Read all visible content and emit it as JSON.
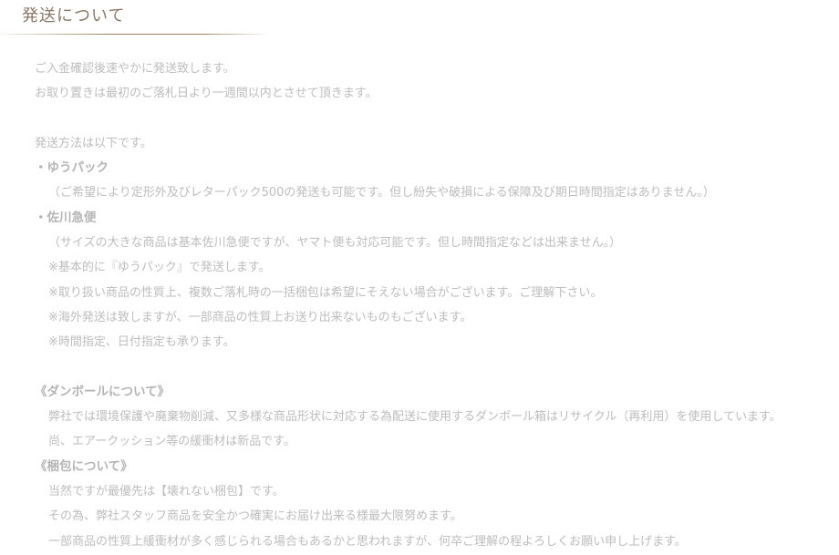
{
  "title": "発送について",
  "intro": [
    "ご入金確認後速やかに発送致します。",
    "お取り置きは最初のご落札日より一週間以内とさせて頂きます。"
  ],
  "methods_heading": "発送方法は以下です。",
  "yupack": {
    "heading": "・ゆうパック",
    "note": "（ご希望により定形外及びレターパック500の発送も可能です。但し紛失や破損による保障及び期日時間指定はありません。）"
  },
  "sagawa": {
    "heading": "・佐川急便",
    "notes": [
      "（サイズの大きな商品は基本佐川急便ですが、ヤマト便も対応可能です。但し時間指定などは出来ません。）",
      "※基本的に『ゆうパック』で発送します。",
      "※取り扱い商品の性質上、複数ご落札時の一括梱包は希望にそえない場合がございます。ご理解下さい。",
      "※海外発送は致しますが、一部商品の性質上お送り出来ないものもございます。",
      "※時間指定、日付指定も承ります。"
    ]
  },
  "cardboard": {
    "heading": "《ダンボールについて》",
    "notes": [
      "弊社では環境保護や廃棄物削減、又多様な商品形状に対応する為配送に使用するダンボール箱はリサイクル（再利用）を使用しています。",
      "尚、エアークッション等の緩衝材は新品です。"
    ]
  },
  "packing": {
    "heading": "《梱包について》",
    "notes": [
      "当然ですが最優先は【壊れない梱包】です。",
      "その為、弊社スタッフ商品を安全かつ確実にお届け出来る様最大限努めます。",
      "一部商品の性質上緩衝材が多く感じられる場合もあるかと思われますが、何卒ご理解の程よろしくお願い申し上げます。"
    ]
  }
}
